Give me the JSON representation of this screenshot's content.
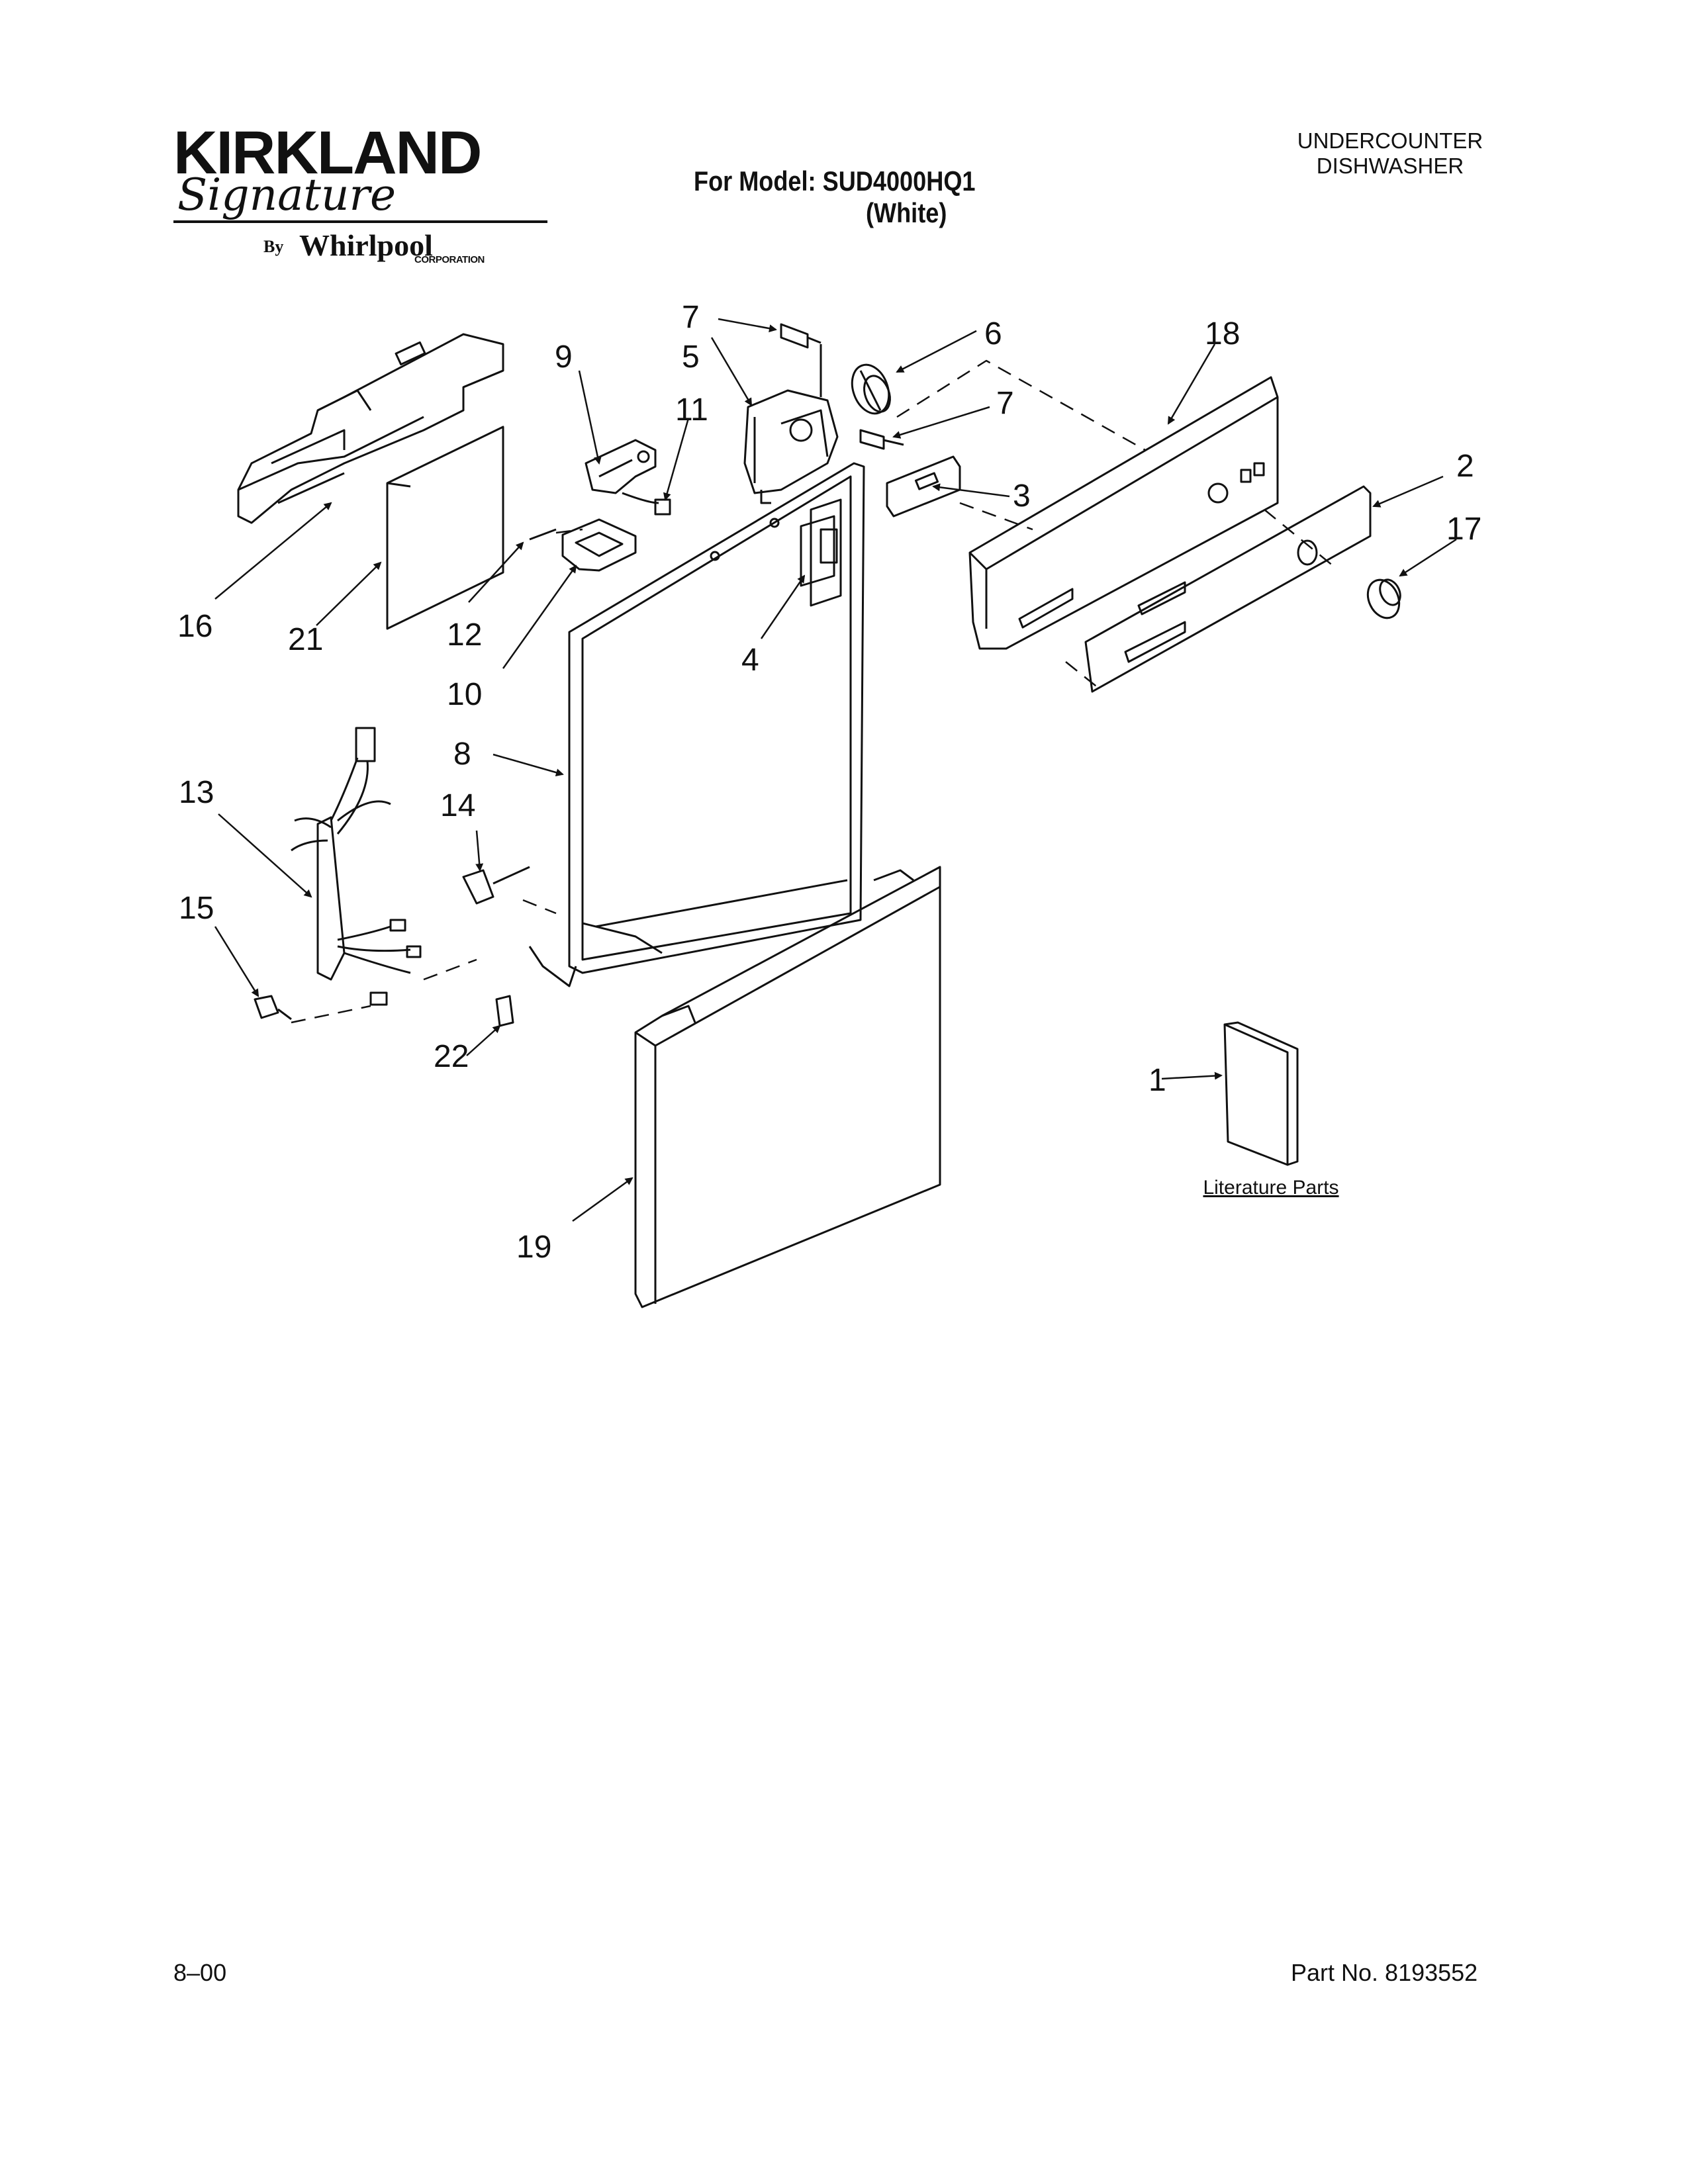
{
  "header": {
    "brand_name": "KIRKLAND",
    "brand_script": "Signature",
    "brand_by": "By",
    "brand_maker": "Whirlpool",
    "brand_maker_suffix": "CORPORATION",
    "model_line": "For Model: SUD4000HQ1",
    "color_line": "(White)",
    "product_type": [
      "UNDERCOUNTER",
      "DISHWASHER"
    ]
  },
  "callouts": [
    "1",
    "2",
    "3",
    "4",
    "5",
    "6",
    "7",
    "7",
    "8",
    "9",
    "10",
    "11",
    "12",
    "13",
    "14",
    "15",
    "16",
    "17",
    "18",
    "19",
    "21",
    "22"
  ],
  "literature_label": "Literature Parts",
  "footer": {
    "date": "8–00",
    "part_number": "Part No. 8193552"
  }
}
